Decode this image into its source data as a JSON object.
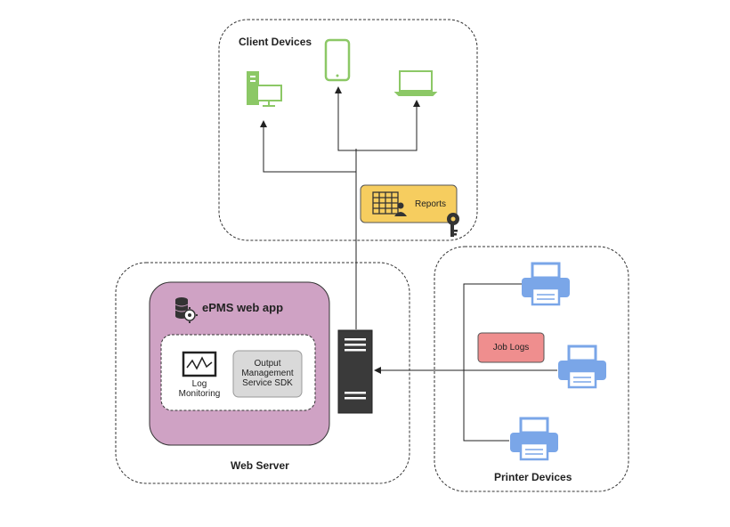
{
  "groups": {
    "client_devices": {
      "title": "Client Devices"
    },
    "web_server": {
      "title": "Web Server"
    },
    "printer_devices": {
      "title": "Printer Devices"
    }
  },
  "app": {
    "title": "ePMS web app",
    "log_monitoring_label": "Log Monitoring",
    "sdk_label": "Output Management Service SDK"
  },
  "reports_label": "Reports",
  "job_logs_label": "Job Logs",
  "colors": {
    "device_green": "#8cc866",
    "printer_blue": "#7aa6e8",
    "app_purple": "#cfa2c4",
    "reports_yellow": "#f6cd5f",
    "job_logs_red": "#ef8e8e",
    "server_dark": "#3a3a3a",
    "sdk_gray": "#d9d9d9"
  },
  "icons": {
    "desktop": "desktop-computer-icon",
    "tablet": "tablet-icon",
    "laptop": "laptop-icon",
    "server": "server-tower-icon",
    "database": "database-gear-icon",
    "monitor": "log-monitor-icon",
    "printer": "printer-icon",
    "key": "key-icon",
    "report_table": "report-table-user-icon"
  }
}
